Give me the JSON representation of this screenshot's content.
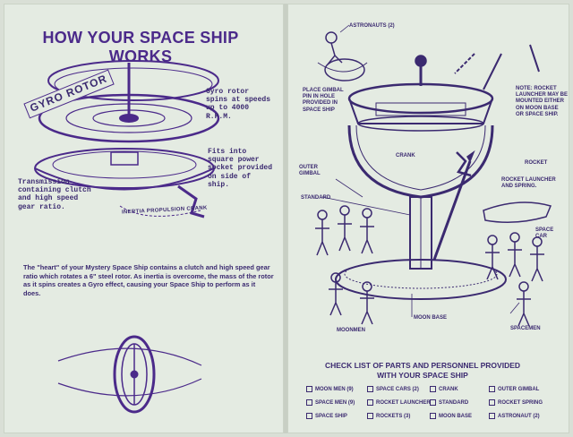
{
  "left_page": {
    "title": "HOW YOUR SPACE SHIP WORKS",
    "gyro_rotor_label": "GYRO ROTOR",
    "gyro_speed_text": "Gyro rotor spins at speeds up to 4000 R.P.M.",
    "power_socket_text": "Fits into square power socket provided on side of ship.",
    "transmission_text": "Transmission containing clutch and high speed gear ratio.",
    "crank_label": "INERTIA PROPULSION CRANK",
    "heart_text": "The \"heart\" of your Mystery Space Ship contains a clutch and high speed gear ratio which rotates a 6\" steel rotor. As inertia is overcome, the mass of the rotor as it spins creates a Gyro effect, causing your Space Ship to perform as it does."
  },
  "right_page": {
    "labels": {
      "astronauts": "ASTRONAUTS (2)",
      "place_gimbal": "PLACE GIMBAL PIN IN HOLE PROVIDED IN SPACE SHIP",
      "note": "NOTE: ROCKET LAUNCHER MAY BE MOUNTED EITHER ON MOON BASE OR SPACE SHIP.",
      "crank": "CRANK",
      "rocket": "ROCKET",
      "outer_gimbal": "OUTER GIMBAL",
      "rocket_launcher": "ROCKET LAUNCHER AND SPRING.",
      "standard": "STANDARD",
      "space_car": "SPACE CAR",
      "moon_base": "MOON BASE",
      "moonmen": "MOONMEN",
      "spacemen": "SPACEMEN"
    },
    "checklist": {
      "title_line1": "CHECK LIST OF PARTS AND PERSONNEL PROVIDED",
      "title_line2": "WITH YOUR SPACE SHIP",
      "items": [
        "MOON MEN (9)",
        "SPACE CARS (2)",
        "CRANK",
        "OUTER GIMBAL",
        "SPACE MEN (9)",
        "ROCKET LAUNCHER",
        "STANDARD",
        "ROCKET SPRING",
        "SPACE SHIP",
        "ROCKETS (3)",
        "MOON BASE",
        "ASTRONAUT (2)"
      ]
    }
  }
}
